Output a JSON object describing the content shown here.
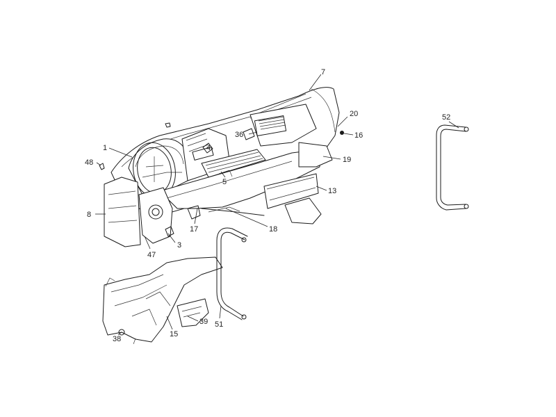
{
  "callouts": {
    "c1": "1",
    "c3": "3",
    "c4": "4",
    "c5": "5",
    "c7": "7",
    "c8": "8",
    "c13": "13",
    "c15": "15",
    "c16": "16",
    "c17": "17",
    "c18": "18",
    "c19": "19",
    "c20": "20",
    "c36": "36",
    "c38": "38",
    "c39": "39",
    "c47": "47",
    "c48": "48",
    "c51": "51",
    "c52": "52"
  }
}
